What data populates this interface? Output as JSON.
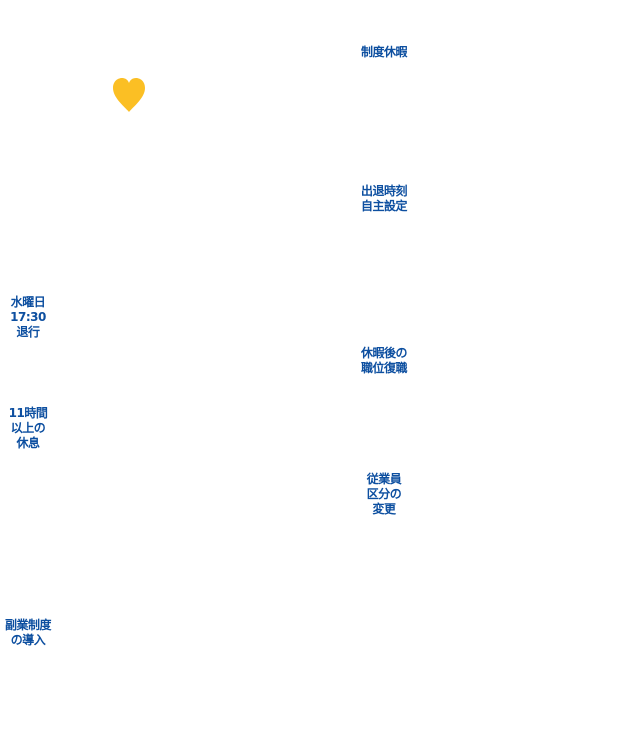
{
  "colors": {
    "label": "#0d4fa0",
    "heart": "#fbbf24"
  },
  "icons": {
    "heart": "heart-icon"
  },
  "labels": {
    "leave_system": "制度休暇",
    "self_set_hours": "出退時刻\n自主設定",
    "return_after_leave": "休暇後の\n職位復職",
    "employee_class_change": "従業員\n区分の\n変更",
    "wednesday_leave": "水曜日\n17:30\n退行",
    "rest_interval": "11時間\n以上の\n休息",
    "side_job": "副業制度\nの導入"
  }
}
